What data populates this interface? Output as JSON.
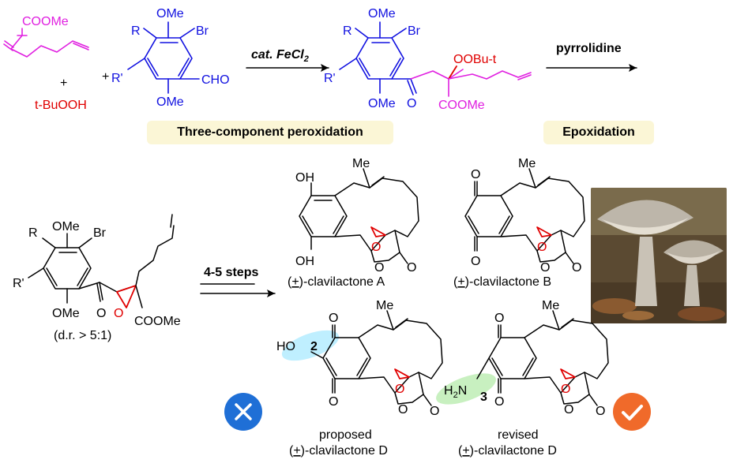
{
  "tags": {
    "peroxidation": "Three-component peroxidation",
    "epoxidation": "Epoxidation"
  },
  "reagents": {
    "ester_group": "COOMe",
    "plus1": "+",
    "plus2": "+",
    "peroxide": "t-BuOOH",
    "aryl_OMe_top": "OMe",
    "aryl_OMe_bottom": "OMe",
    "aryl_R": "R",
    "aryl_Rprime": "R'",
    "aryl_Br": "Br",
    "aryl_CHO": "CHO"
  },
  "arrows": {
    "step1_label": "cat. FeCl",
    "step1_sub": "2",
    "step2_label": "pyrrolidine",
    "step3_label": "4-5 steps"
  },
  "product1": {
    "OMe_top": "OMe",
    "OMe_bottom": "OMe",
    "R": "R",
    "Rprime": "R'",
    "Br": "Br",
    "carbonyl_O": "O",
    "peroxy": "OOBu-t",
    "ester": "COOMe"
  },
  "epoxide": {
    "OMe_top": "OMe",
    "OMe_bottom": "OMe",
    "R": "R",
    "Rprime": "R'",
    "Br": "Br",
    "carbonyl_O": "O",
    "epoxide_O": "O",
    "ester": "COOMe",
    "dr": "(d.r. > 5:1)"
  },
  "targets": {
    "A": {
      "Me": "Me",
      "OH_top": "OH",
      "OH_bottom": "OH",
      "O1": "O",
      "O2": "O",
      "caption_pre": "(",
      "caption_pm": "+",
      "caption_post": ")-clavilactone A"
    },
    "B": {
      "Me": "Me",
      "O_top": "O",
      "O_bottom": "O",
      "O1": "O",
      "O2": "O",
      "caption_pre": "(",
      "caption_pm": "+",
      "caption_post": ")-clavilactone B"
    },
    "D_proposed": {
      "Me": "Me",
      "HO": "HO",
      "num": "2",
      "O_top": "O",
      "O_bottom": "O",
      "O1": "O",
      "O2": "O",
      "caption1": "proposed",
      "caption_pre": "(",
      "caption_pm": "+",
      "caption_post": ")-clavilactone D"
    },
    "D_revised": {
      "Me": "Me",
      "H2N": "H",
      "H2N_sub": "2",
      "H2N_N": "N",
      "num": "3",
      "O_top": "O",
      "O_bottom": "O",
      "O1": "O",
      "O2": "O",
      "caption1": "revised",
      "caption_pre": "(",
      "caption_pm": "+",
      "caption_post": ")-clavilactone D"
    }
  },
  "colors": {
    "blue": "#1010e0",
    "magenta": "#e020e0",
    "red": "#e00000",
    "cross_badge": "#1f6fd6",
    "check_badge": "#f06a2a",
    "tag_bg": "#fbf6d6",
    "highlight_cyan": "#bfefff",
    "highlight_green": "#c8f0c0"
  },
  "icons": {
    "cross": "cross-icon",
    "check": "check-icon",
    "photo": "mushroom-photo"
  }
}
